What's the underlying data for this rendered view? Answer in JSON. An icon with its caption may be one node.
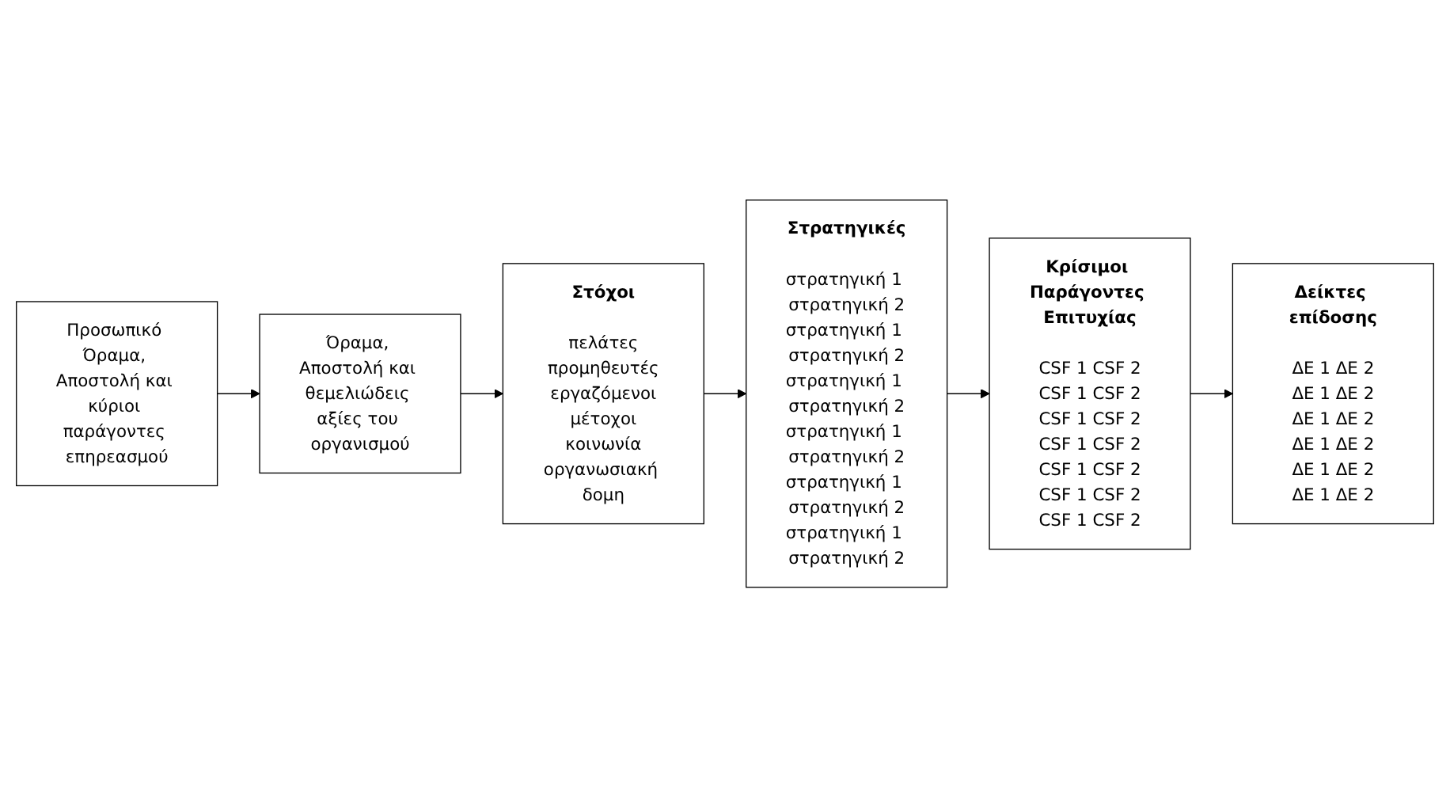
{
  "diagram": {
    "nodes": [
      {
        "text": [
          "Προσωπικό Όραμα, Αποστολή και κύριοι παράγοντες επηρεασμού"
        ]
      },
      {
        "text": [
          "Όραμα, Αποστολή και θεμελιώδεις αξίες του οργανισμού"
        ]
      },
      {
        "text": [
          "Στόχοι",
          "πελάτες",
          "προμηθευτές",
          "εργαζόμενοι",
          "μέτοχοι",
          "κοινωνία",
          "οργανωσιακή δομη"
        ]
      },
      {
        "text": [
          "Στρατηγικές",
          "στρατηγική 1 στρατηγική 2",
          "στρατηγική 1 στρατηγική 2",
          "στρατηγική 1 στρατηγική 2",
          "στρατηγική 1 στρατηγική 2",
          "στρατηγική 1 στρατηγική 2",
          "στρατηγική 1 στρατηγική 2"
        ]
      },
      {
        "text": [
          "Κρίσιμοι Παράγοντες Επιτυχίας",
          "CSF 1 CSF 2",
          "CSF 1 CSF 2",
          "CSF 1 CSF 2",
          "CSF 1 CSF 2",
          "CSF 1 CSF 2",
          "CSF 1 CSF 2",
          "CSF 1 CSF 2"
        ]
      },
      {
        "text": [
          "Δείκτες επίδοσης",
          "ΔΕ 1 ΔΕ 2",
          "ΔΕ 1 ΔΕ 2",
          "ΔΕ 1 ΔΕ 2",
          "ΔΕ 1 ΔΕ 2",
          "ΔΕ 1 ΔΕ 2",
          "ΔΕ 1 ΔΕ 2"
        ]
      }
    ],
    "edges": [
      {
        "from": 0,
        "to": 1,
        "arrow": "to"
      },
      {
        "from": 1,
        "to": 2,
        "arrow": "to"
      },
      {
        "from": 2,
        "to": 3,
        "arrow": "to"
      },
      {
        "from": 3,
        "to": 4,
        "arrow": "to"
      },
      {
        "from": 4,
        "to": 5,
        "arrow": "to"
      }
    ]
  }
}
